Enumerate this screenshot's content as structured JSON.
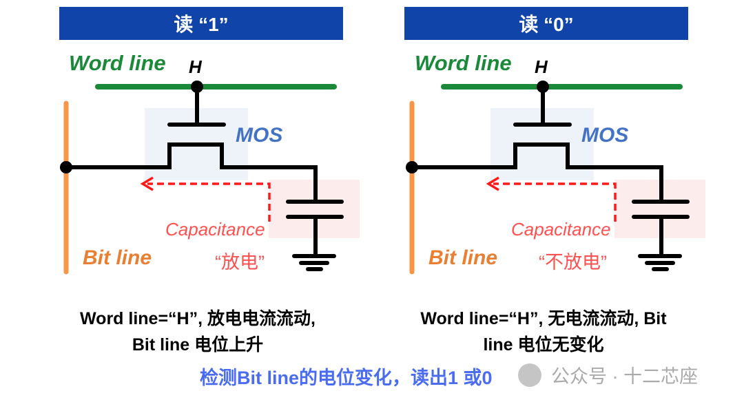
{
  "panels": [
    {
      "title": "读 “1”",
      "word_line": "Word line",
      "h": "H",
      "mos": "MOS",
      "cap": "Capacitance",
      "cap_state": "“放电”",
      "bit_line": "Bit line",
      "desc_1": "Word line=“H”, 放电电流流动,",
      "desc_2": "Bit line 电位上升"
    },
    {
      "title": "读 “0”",
      "word_line": "Word line",
      "h": "H",
      "mos": "MOS",
      "cap": "Capacitance",
      "cap_state": "“不放电”",
      "bit_line": "Bit line",
      "desc_1": "Word line=“H”, 无电流流动, Bit",
      "desc_2": "line 电位无变化"
    }
  ],
  "summary": "检测Bit line的电位变化，读出1 或0",
  "watermark": "公众号 · 十二芯座",
  "colors": {
    "header": "#1144a8",
    "word_line": "#1a8a3a",
    "bit_line": "#f79646",
    "mos": "#4472c4",
    "cap": "#ff5050",
    "summary": "#4a6cf0"
  }
}
